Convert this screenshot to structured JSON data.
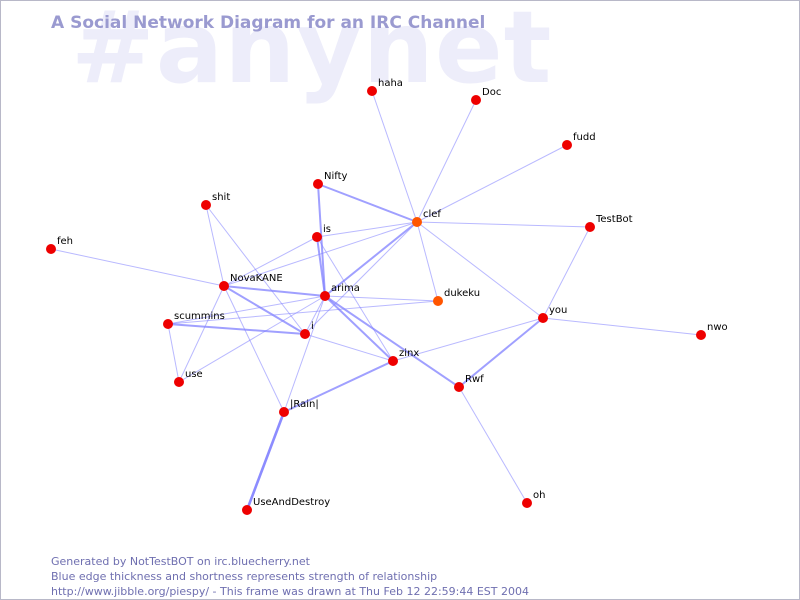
{
  "header": {
    "title": "A Social Network Diagram for an IRC Channel",
    "watermark": "#anynet"
  },
  "colors": {
    "node": "#ee0000",
    "node_highlight": "#ff5500",
    "edge": "#8080ff",
    "title": "#9a9ad0",
    "footer": "#6f6fb0"
  },
  "nodes": [
    {
      "id": "haha",
      "label": "haha"
    },
    {
      "id": "Doc",
      "label": "Doc"
    },
    {
      "id": "fudd",
      "label": "fudd"
    },
    {
      "id": "Nifty",
      "label": "Nifty"
    },
    {
      "id": "shit",
      "label": "shit"
    },
    {
      "id": "clef",
      "label": "clef",
      "highlight": true
    },
    {
      "id": "TestBot",
      "label": "TestBot"
    },
    {
      "id": "is",
      "label": "is"
    },
    {
      "id": "feh",
      "label": "feh"
    },
    {
      "id": "NovaKANE",
      "label": "NovaKANE"
    },
    {
      "id": "arima",
      "label": "arima"
    },
    {
      "id": "dukeku",
      "label": "dukeku",
      "highlight": true
    },
    {
      "id": "you",
      "label": "you"
    },
    {
      "id": "scummins",
      "label": "scummins"
    },
    {
      "id": "i",
      "label": "i"
    },
    {
      "id": "nwo",
      "label": "nwo"
    },
    {
      "id": "zinx",
      "label": "zinx"
    },
    {
      "id": "use",
      "label": "use"
    },
    {
      "id": "Rwf",
      "label": "Rwf"
    },
    {
      "id": "Rain",
      "label": "|Rain|"
    },
    {
      "id": "oh",
      "label": "oh"
    },
    {
      "id": "UseAndDestroy",
      "label": "UseAndDestroy"
    }
  ],
  "edges": [
    {
      "source": "haha",
      "target": "clef",
      "weight": 1
    },
    {
      "source": "Doc",
      "target": "clef",
      "weight": 1
    },
    {
      "source": "fudd",
      "target": "clef",
      "weight": 1
    },
    {
      "source": "TestBot",
      "target": "clef",
      "weight": 1
    },
    {
      "source": "TestBot",
      "target": "you",
      "weight": 1
    },
    {
      "source": "Nifty",
      "target": "clef",
      "weight": 2
    },
    {
      "source": "Nifty",
      "target": "arima",
      "weight": 2
    },
    {
      "source": "is",
      "target": "clef",
      "weight": 1
    },
    {
      "source": "is",
      "target": "arima",
      "weight": 2
    },
    {
      "source": "is",
      "target": "NovaKANE",
      "weight": 1
    },
    {
      "source": "is",
      "target": "zinx",
      "weight": 1
    },
    {
      "source": "clef",
      "target": "arima",
      "weight": 2
    },
    {
      "source": "clef",
      "target": "dukeku",
      "weight": 1
    },
    {
      "source": "clef",
      "target": "you",
      "weight": 1
    },
    {
      "source": "clef",
      "target": "i",
      "weight": 1
    },
    {
      "source": "clef",
      "target": "NovaKANE",
      "weight": 1
    },
    {
      "source": "shit",
      "target": "NovaKANE",
      "weight": 1
    },
    {
      "source": "shit",
      "target": "i",
      "weight": 1
    },
    {
      "source": "feh",
      "target": "NovaKANE",
      "weight": 1
    },
    {
      "source": "NovaKANE",
      "target": "arima",
      "weight": 2
    },
    {
      "source": "NovaKANE",
      "target": "i",
      "weight": 2
    },
    {
      "source": "NovaKANE",
      "target": "use",
      "weight": 1
    },
    {
      "source": "NovaKANE",
      "target": "Rain",
      "weight": 1
    },
    {
      "source": "arima",
      "target": "dukeku",
      "weight": 1
    },
    {
      "source": "arima",
      "target": "scummins",
      "weight": 1
    },
    {
      "source": "arima",
      "target": "i",
      "weight": 1
    },
    {
      "source": "arima",
      "target": "zinx",
      "weight": 2
    },
    {
      "source": "arima",
      "target": "Rwf",
      "weight": 2
    },
    {
      "source": "arima",
      "target": "Rain",
      "weight": 1
    },
    {
      "source": "arima",
      "target": "use",
      "weight": 1
    },
    {
      "source": "scummins",
      "target": "i",
      "weight": 2
    },
    {
      "source": "scummins",
      "target": "use",
      "weight": 1
    },
    {
      "source": "scummins",
      "target": "dukeku",
      "weight": 1
    },
    {
      "source": "i",
      "target": "zinx",
      "weight": 1
    },
    {
      "source": "zinx",
      "target": "Rain",
      "weight": 2
    },
    {
      "source": "zinx",
      "target": "you",
      "weight": 1
    },
    {
      "source": "you",
      "target": "Rwf",
      "weight": 2
    },
    {
      "source": "you",
      "target": "nwo",
      "weight": 1
    },
    {
      "source": "Rwf",
      "target": "oh",
      "weight": 1
    },
    {
      "source": "Rain",
      "target": "UseAndDestroy",
      "weight": 3
    }
  ],
  "footer": {
    "line1": "Generated by NotTestBOT on irc.bluecherry.net",
    "line2": "Blue edge thickness and shortness represents strength of relationship",
    "line3": "http://www.jibble.org/piespy/ - This frame was drawn at Thu Feb 12 22:59:44 EST 2004"
  }
}
